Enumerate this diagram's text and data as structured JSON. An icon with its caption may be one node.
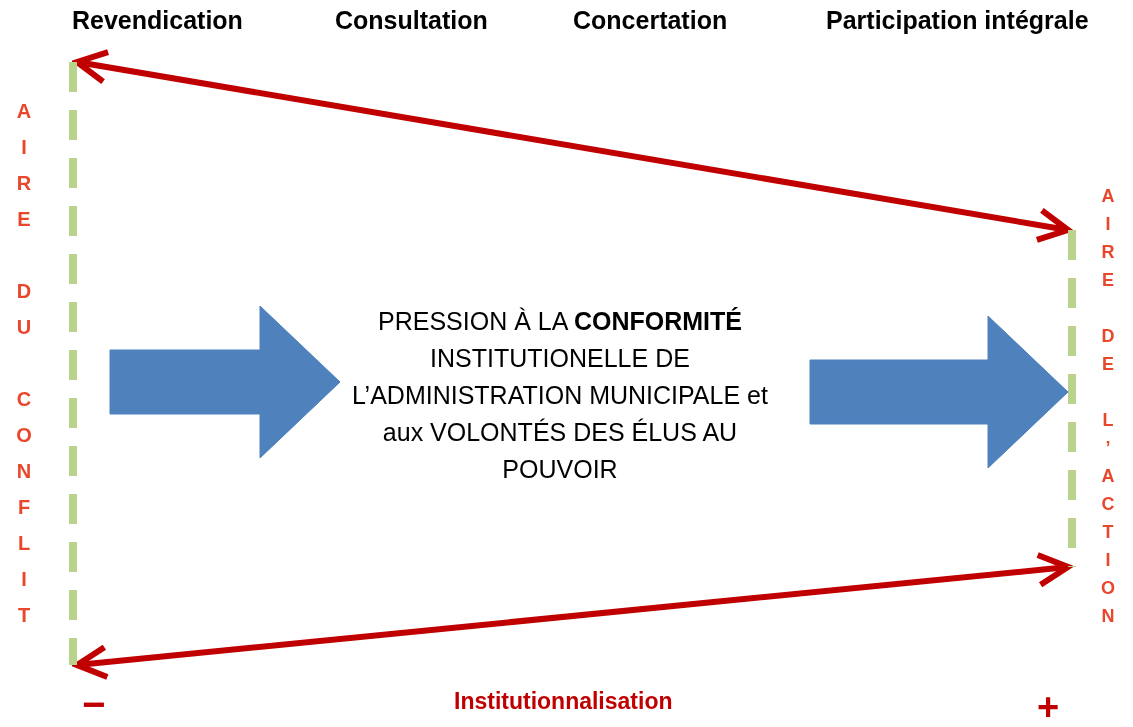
{
  "diagram": {
    "nodes": [
      {
        "text": [],
        "shape": "bar",
        "beside": [
          "AIRE DU CONFLIT"
        ]
      },
      {
        "text": [],
        "shape": "bar",
        "beside": [
          "AIRE DE L’ACTION"
        ]
      },
      {
        "text": [
          "PRESSION À LA **CONFORMITÉ** INSTITUTIONELLE DE L’ADMINISTRATION MUNICIPALE et aux VOLONTÉS DES ÉLUS AU POUVOIR"
        ]
      }
    ],
    "edges": [
      {
        "from": 0,
        "to": 1,
        "arrow": "both",
        "color": "#c00000"
      },
      {
        "from": 0,
        "to": 2,
        "arrow": "to",
        "style": "thick",
        "color": "#4f81bd"
      },
      {
        "from": 2,
        "to": 1,
        "arrow": "to",
        "style": "thick",
        "color": "#4f81bd"
      },
      {
        "from": 0,
        "to": 1,
        "arrow": "both",
        "color": "#c00000"
      }
    ],
    "labels": [
      "Revendication",
      "Consultation",
      "Concertation",
      "Participation intégrale",
      "−",
      "Institutionnalisation",
      "+"
    ]
  }
}
